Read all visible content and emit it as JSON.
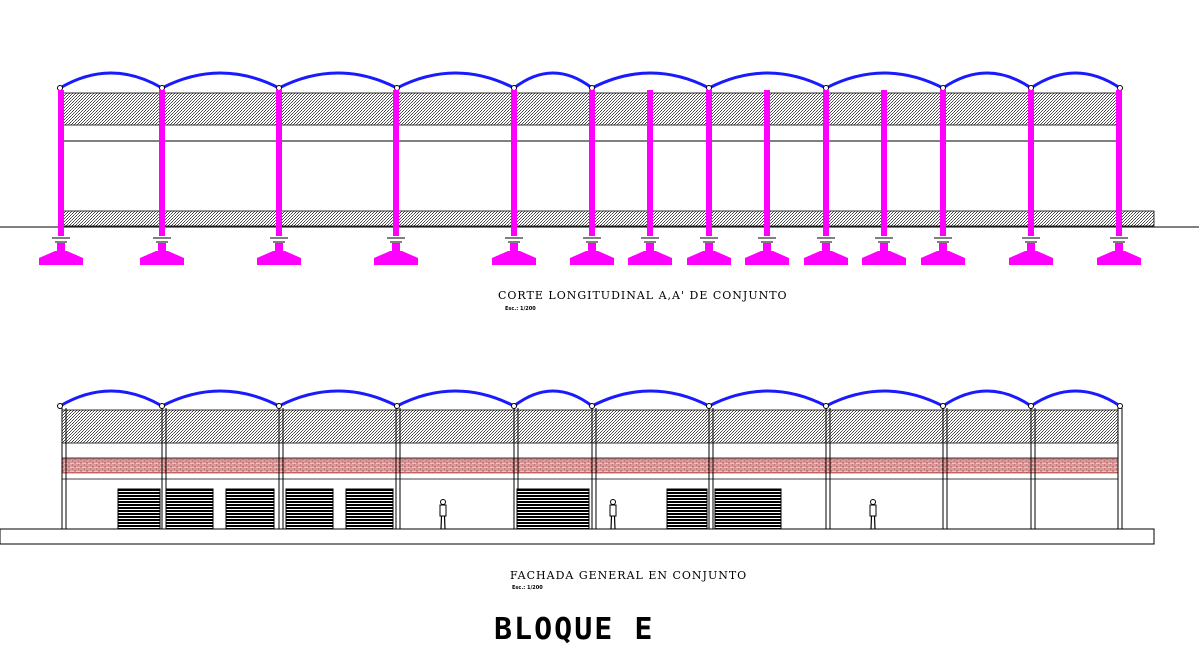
{
  "section": {
    "title": "CORTE LONGITUDINAL A,A' DE CONJUNTO",
    "scale": "Esc.: 1/200",
    "columns_label": "",
    "colors": {
      "roof": "#1a1aff",
      "structure": "#ff00ff",
      "hatch": "#555555",
      "line": "#000000"
    }
  },
  "facade": {
    "title": "FACHADA GENERAL EN CONJUNTO",
    "scale": "Esc.: 1/200",
    "colors": {
      "roof": "#1a1aff",
      "brick": "#b03030",
      "shutter": "#000000",
      "line": "#000000"
    }
  },
  "block": {
    "name": "BLOQUE E"
  }
}
